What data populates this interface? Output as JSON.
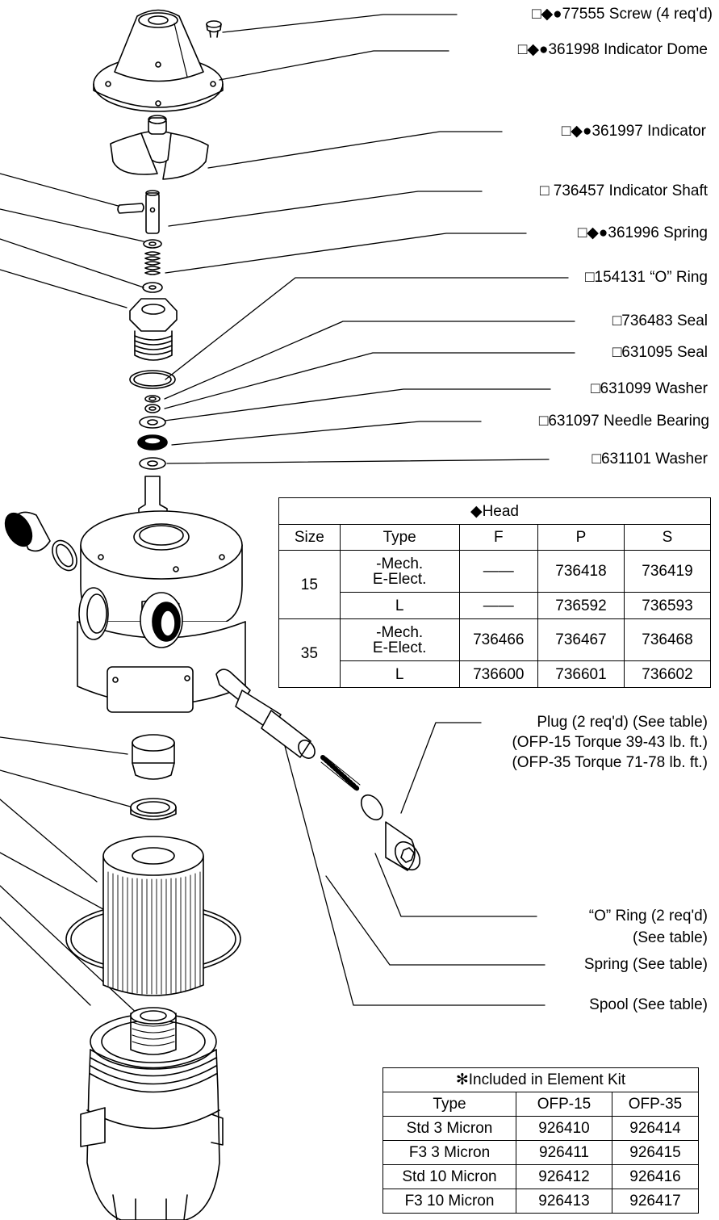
{
  "labels": {
    "screw": "□◆●77555 Screw (4 req'd)",
    "dome": "□◆●361998 Indicator Dome",
    "indicator": "□◆●361997 Indicator",
    "shaft": "□ 736457 Indicator Shaft",
    "spring_top": "□◆●361996 Spring",
    "oring_top": "□154131 “O” Ring",
    "seal_1": "□736483 Seal",
    "seal_2": "□631095 Seal",
    "washer_1": "□631099 Washer",
    "bearing": "□631097 Needle Bearing",
    "washer_2": "□631101 Washer",
    "plug_1": "Plug (2 req'd) (See table)",
    "plug_2": "(OFP-15 Torque 39-43 lb. ft.)",
    "plug_3": "(OFP-35 Torque 71-78 lb. ft.)",
    "oring_side_1": "“O” Ring (2 req'd)",
    "oring_side_2": "(See table)",
    "spring_side": "Spring (See table)",
    "spool": "Spool (See table)"
  },
  "head_table": {
    "title": "◆Head",
    "headers": [
      "Size",
      "Type",
      "F",
      "P",
      "S"
    ],
    "rows": [
      {
        "size": "15",
        "type_a": "-Mech.",
        "type_b": "E-Elect.",
        "f": "——",
        "p": "736418",
        "s": "736419"
      },
      {
        "type": "L",
        "f": "——",
        "p": "736592",
        "s": "736593"
      },
      {
        "size": "35",
        "type_a": "-Mech.",
        "type_b": "E-Elect.",
        "f": "736466",
        "p": "736467",
        "s": "736468"
      },
      {
        "type": "L",
        "f": "736600",
        "p": "736601",
        "s": "736602"
      }
    ]
  },
  "element_table": {
    "title": "✻Included in Element Kit",
    "headers": [
      "Type",
      "OFP-15",
      "OFP-35"
    ],
    "rows": [
      {
        "type": "Std 3 Micron",
        "a": "926410",
        "b": "926414"
      },
      {
        "type": "F3 3 Micron",
        "a": "926411",
        "b": "926415"
      },
      {
        "type": "Std 10 Micron",
        "a": "926412",
        "b": "926416"
      },
      {
        "type": "F3 10 Micron",
        "a": "926413",
        "b": "926417"
      }
    ]
  }
}
